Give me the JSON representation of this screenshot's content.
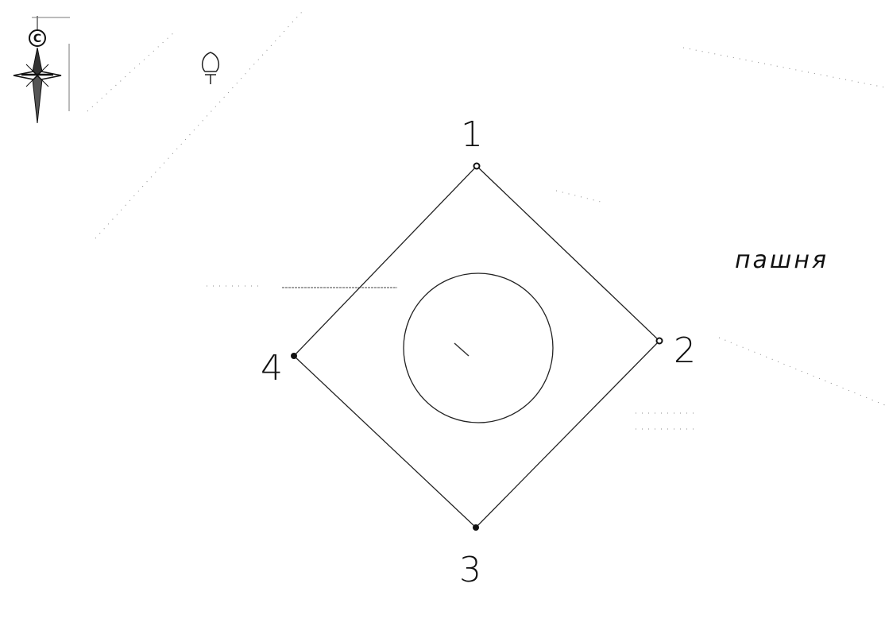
{
  "compass": {
    "letter": "С",
    "icon": "north-arrow-icon"
  },
  "vertices": [
    {
      "label": "1"
    },
    {
      "label": "2"
    },
    {
      "label": "3"
    },
    {
      "label": "4"
    }
  ],
  "field_label": "пашня",
  "icons": {
    "tree": "tree-symbol-icon"
  }
}
